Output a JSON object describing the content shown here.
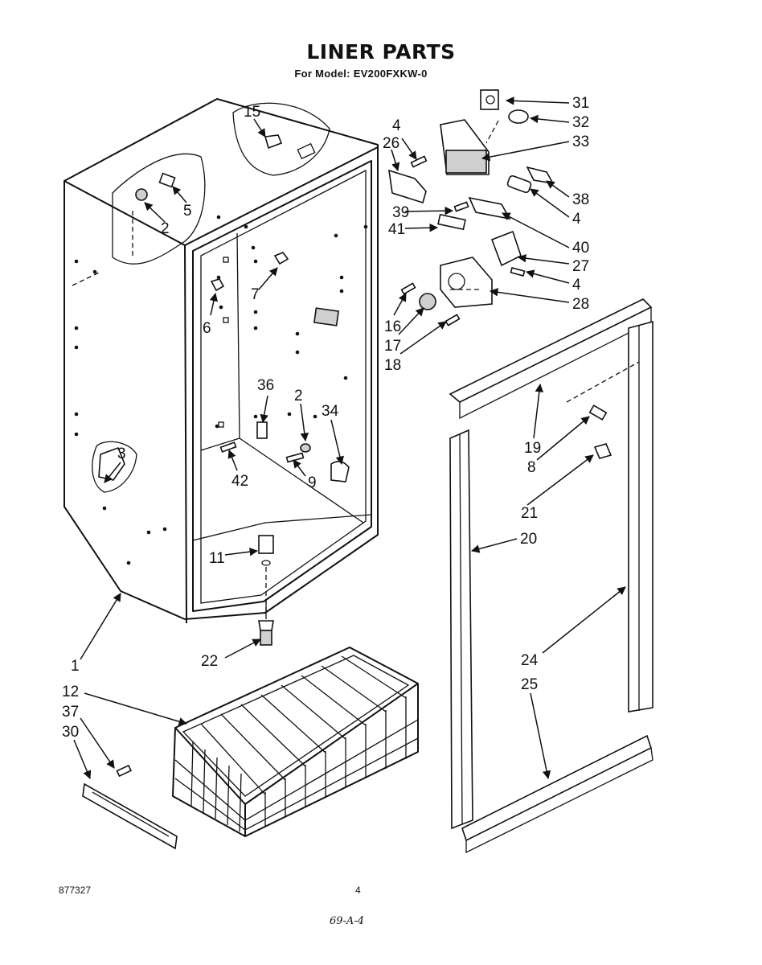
{
  "header": {
    "title": "LINER PARTS",
    "subtitle": "For Model: EV200FXKW-0"
  },
  "footer": {
    "doc_number": "877327",
    "page_number": "4",
    "handwritten_note": "69-A-4"
  },
  "callouts": [
    "31",
    "32",
    "33",
    "4",
    "26",
    "15",
    "38",
    "39",
    "4",
    "41",
    "40",
    "27",
    "4",
    "28",
    "5",
    "2",
    "7",
    "6",
    "16",
    "17",
    "18",
    "19",
    "8",
    "36",
    "2",
    "34",
    "3",
    "42",
    "9",
    "21",
    "20",
    "11",
    "22",
    "1",
    "24",
    "12",
    "25",
    "37",
    "30"
  ]
}
